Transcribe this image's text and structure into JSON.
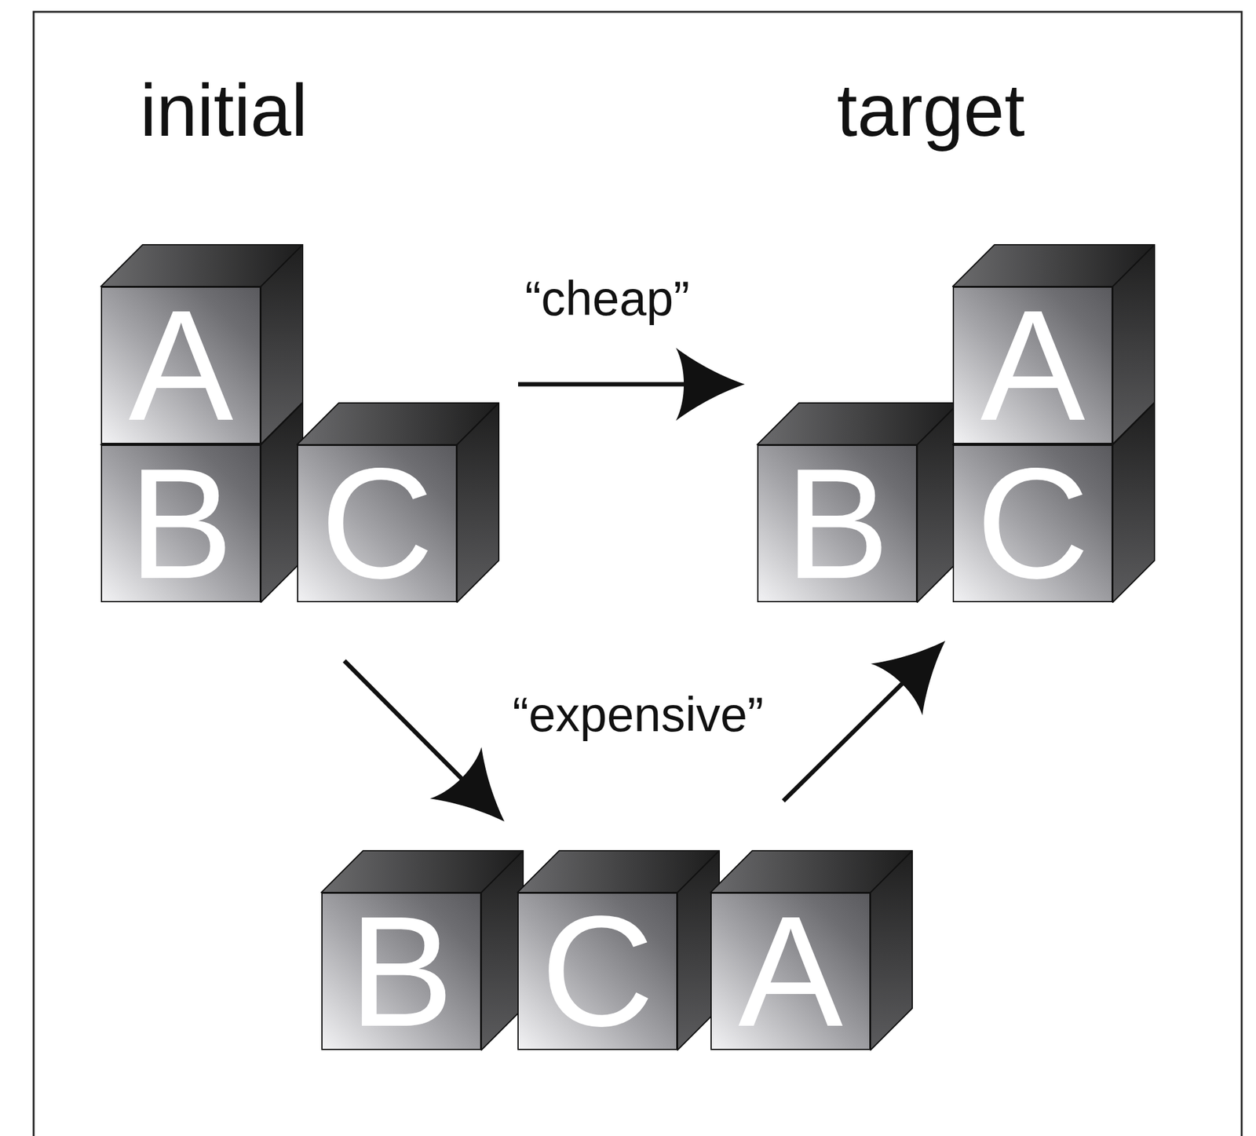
{
  "diagram": {
    "nodes": [
      {
        "text": [
          "A"
        ]
      },
      {
        "text": [
          "A"
        ]
      },
      {
        "text": [
          "B"
        ]
      },
      {
        "text": [
          "C"
        ]
      },
      {
        "text": [
          "B"
        ]
      },
      {
        "text": [
          "C"
        ]
      },
      {
        "text": [
          "B"
        ]
      },
      {
        "text": [
          "C"
        ]
      },
      {
        "text": [
          "A"
        ]
      }
    ],
    "labels": [
      "initial",
      "target",
      "“cheap”",
      "“expensive”"
    ]
  }
}
